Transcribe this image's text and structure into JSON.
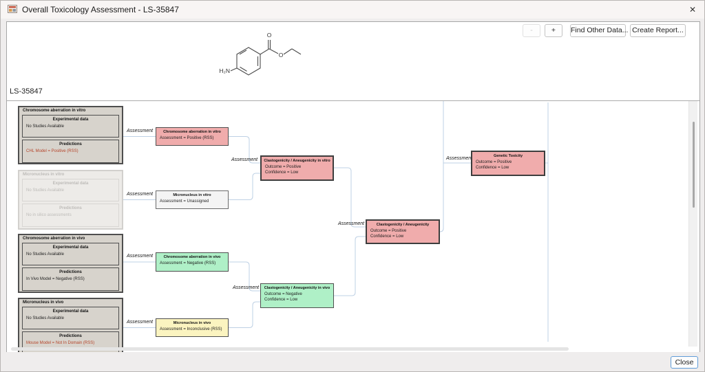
{
  "window": {
    "title": "Overall Toxicology Assessment - LS-35847",
    "close_glyph": "✕"
  },
  "toolbar": {
    "zoom_out": "-",
    "zoom_in": "+",
    "find_other_data": "Find Other Data...",
    "create_report": "Create Report..."
  },
  "compound": {
    "id": "LS-35847",
    "labels": {
      "amine": "H₂N",
      "carbonyl_o": "O",
      "ester_o": "O"
    }
  },
  "tree": {
    "edge_label": "Assessment",
    "section_titles": {
      "experimental": "Experimental data",
      "predictions": "Predictions"
    },
    "groups": [
      {
        "title": "Chromosome aberration in vitro",
        "experimental_body": "No Studies Available",
        "predictions_body": "CHL Model = Positive (RSS)"
      },
      {
        "title": "Micronucleus in vitro",
        "experimental_body": "No Studies Available",
        "predictions_body": "No in silico assessments"
      },
      {
        "title": "Chromosome aberration in vivo",
        "experimental_body": "No Studies Available",
        "predictions_body": "In Vivo Model = Negative (RSS)"
      },
      {
        "title": "Micronucleus in vivo",
        "experimental_body": "No Studies Available",
        "predictions_body": "Mouse Model = Not In Domain (RSS)"
      }
    ],
    "nodes": [
      {
        "title": "Chromosome aberration in vitro",
        "lines": [
          "Assessment = Positive (RSS)"
        ]
      },
      {
        "title": "Micronucleus in vitro",
        "lines": [
          "Assessment = Unassigned"
        ]
      },
      {
        "title": "Chromosome aberration in vivo",
        "lines": [
          "Assessment = Negative (RSS)"
        ]
      },
      {
        "title": "Micronucleus in vivo",
        "lines": [
          "Assessment = Inconclusive (RSS)"
        ]
      },
      {
        "title": "Clastogenicity / Aneugenicity in vitro",
        "lines": [
          "Outcome = Positive",
          "Confidence = Low"
        ]
      },
      {
        "title": "Clastogenicity / Aneugenicity in vivo",
        "lines": [
          "Outcome = Negative",
          "Confidence = Low"
        ]
      },
      {
        "title": "Clastogenicity / Aneugenicity",
        "lines": [
          "Outcome = Positive",
          "Confidence = Low"
        ]
      },
      {
        "title": "Genetic Toxicity",
        "lines": [
          "Outcome = Positive",
          "Confidence = Low"
        ]
      }
    ]
  },
  "footer": {
    "close_label": "Close"
  },
  "colors": {
    "positive_node": "#f0acac",
    "negative_node": "#aff0c7",
    "inconclusive_node": "#fbf4c0",
    "unassigned_node": "#f4f4f4",
    "group_bg": "#d7d3cc",
    "connector": "#bdd0e4",
    "prediction_alert_text": "#b5452b"
  }
}
